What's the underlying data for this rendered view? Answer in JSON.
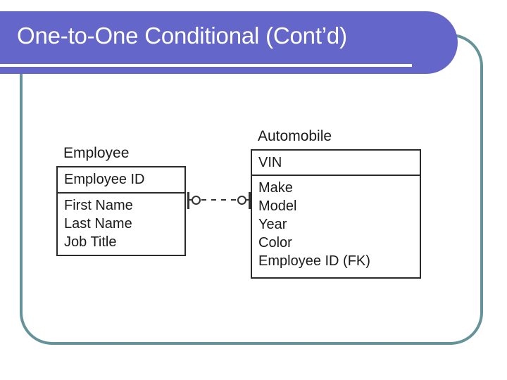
{
  "slide": {
    "title": "One-to-One Conditional (Cont’d)",
    "banner_color": "#6566ca",
    "frame_color": "#64949a",
    "background_color": "#ffffff",
    "title_text_color": "#ffffff"
  },
  "diagram": {
    "type": "entity-relationship",
    "entities": [
      {
        "name": "employee",
        "title": "Employee",
        "key_attributes": [
          "Employee ID"
        ],
        "attributes": [
          "First Name",
          "Last Name",
          "Job Title"
        ]
      },
      {
        "name": "automobile",
        "title": "Automobile",
        "key_attributes": [
          "VIN"
        ],
        "attributes": [
          "Make",
          "Model",
          "Year",
          "Color",
          "Employee ID (FK)"
        ]
      }
    ],
    "relationship": {
      "from": "Employee",
      "to": "Automobile",
      "line_style": "dashed",
      "left_cardinality": "zero-or-one",
      "right_cardinality": "zero-or-one",
      "left_symbol": "|O",
      "right_symbol": "O|",
      "line_color": "#333333"
    }
  }
}
